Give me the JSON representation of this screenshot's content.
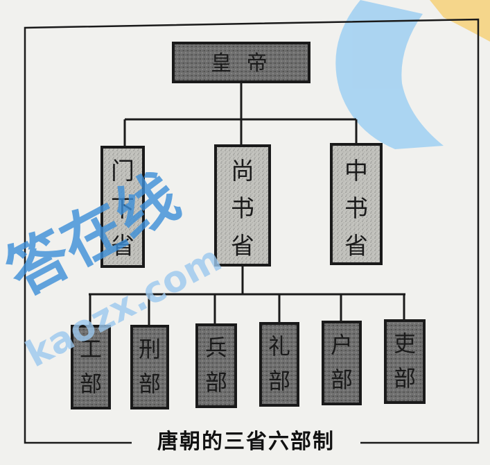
{
  "diagram": {
    "top": "皇 帝",
    "departments": [
      "门下省",
      "尚书省",
      "中书省"
    ],
    "ministries": [
      "工部",
      "刑部",
      "兵部",
      "礼部",
      "户部",
      "吏部"
    ],
    "caption": "唐朝的三省六部制"
  },
  "watermark": {
    "text": "答在线",
    "url": "kaozx.com",
    "color": "#3d8fd8",
    "accent_color": "#f3c24a"
  }
}
